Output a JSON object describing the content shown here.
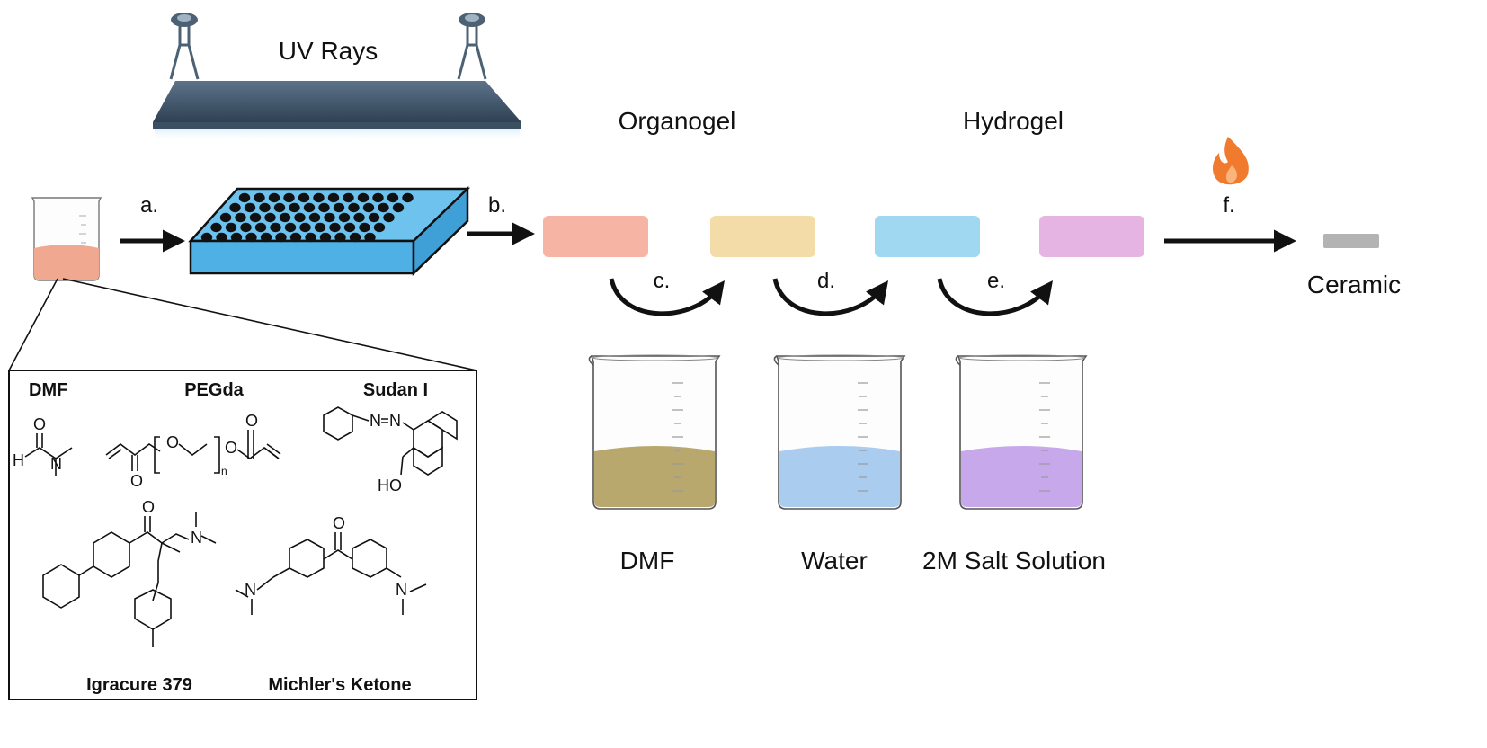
{
  "uv_label": "UV Rays",
  "stage_labels": {
    "organogel": "Organogel",
    "hydrogel": "Hydrogel",
    "ceramic": "Ceramic"
  },
  "steps": {
    "a": "a.",
    "b": "b.",
    "c": "c.",
    "d": "d.",
    "e": "e.",
    "f": "f."
  },
  "beakers": [
    {
      "label": "DMF",
      "color": "#b8a86e"
    },
    {
      "label": "Water",
      "color": "#a9ccef"
    },
    {
      "label": "2M Salt Solution",
      "color": "#c7a8ea"
    }
  ],
  "gel_colors": [
    "#f6b4a4",
    "#f3dca8",
    "#9fd8f0",
    "#e6b4e2"
  ],
  "ceramic_color": "#b3b3b3",
  "resin_color": "#f0a890",
  "chemicals": {
    "dmf": "DMF",
    "pegda": "PEGda",
    "sudan": "Sudan I",
    "irgacure": "Igracure 379",
    "michler": "Michler's Ketone"
  },
  "atoms": {
    "O": "O",
    "H": "H",
    "N": "N",
    "n": "n",
    "HO": "HO"
  }
}
